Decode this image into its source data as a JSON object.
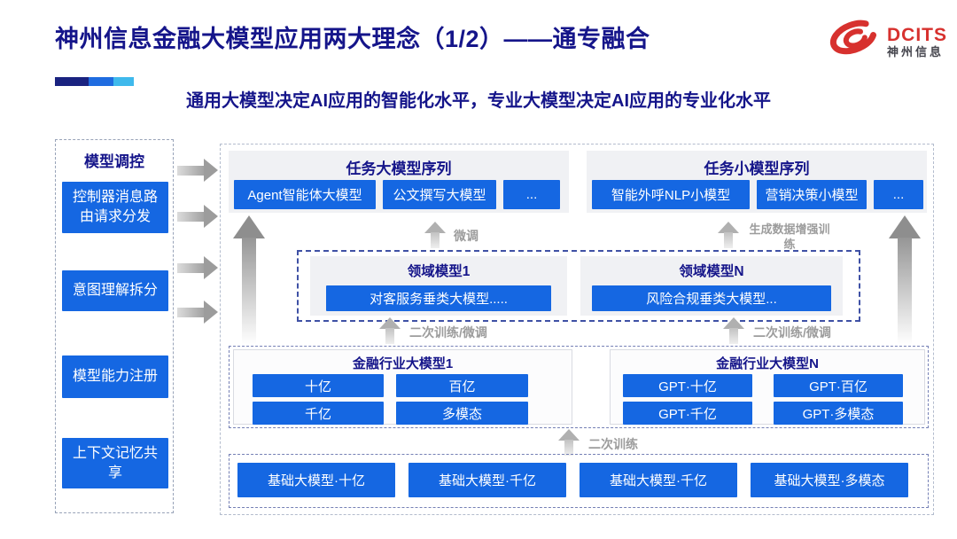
{
  "header": {
    "title": "神州信息金融大模型应用两大理念（1/2）——通专融合",
    "subtitle": "通用大模型决定AI应用的智能化水平，专业大模型决定AI应用的专业化水平",
    "logo": {
      "brand": "DCITS",
      "brand_cn": "神州信息"
    }
  },
  "colors": {
    "accent_blue": "#1567e2",
    "navy_text": "#15158a",
    "logo_red": "#d7312e",
    "label_gray": "#9c9c9c"
  },
  "sidebar": {
    "title": "模型调控",
    "items": [
      "控制器消息路由请求分发",
      "意图理解拆分",
      "模型能力注册",
      "上下文记忆共享"
    ]
  },
  "main": {
    "task_large": {
      "title": "任务大模型序列",
      "items": [
        "Agent智能体大模型",
        "公文撰写大模型",
        "..."
      ]
    },
    "task_small": {
      "title": "任务小模型序列",
      "items": [
        "智能外呼NLP小模型",
        "营销决策小模型",
        "..."
      ]
    },
    "flow_labels": {
      "fine_tune": "微调",
      "gen_data_train": "生成数据增强训练",
      "retrain_ft_left": "二次训练/微调",
      "retrain_ft_right": "二次训练/微调",
      "retrain": "二次训练"
    },
    "domain_models": [
      {
        "title": "领域模型1",
        "item": "对客服务垂类大模型....."
      },
      {
        "title": "领域模型N",
        "item": "风险合规垂类大模型..."
      }
    ],
    "industry_models": [
      {
        "title": "金融行业大模型1",
        "items": [
          "十亿",
          "百亿",
          "千亿",
          "多模态"
        ]
      },
      {
        "title": "金融行业大模型N",
        "items": [
          "GPT·十亿",
          "GPT·百亿",
          "GPT·千亿",
          "GPT·多模态"
        ]
      }
    ],
    "base_models": [
      "基础大模型·十亿",
      "基础大模型·千亿",
      "基础大模型·千亿",
      "基础大模型·多模态"
    ]
  }
}
